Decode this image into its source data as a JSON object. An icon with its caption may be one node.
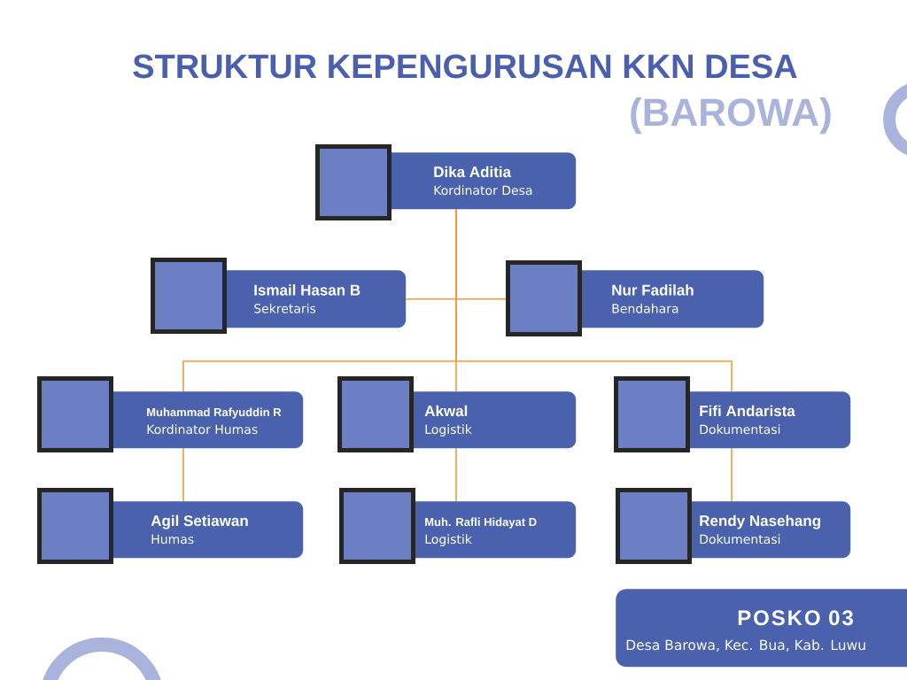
{
  "diagram": {
    "title": "STRUKTUR KEPENGURUSAN KKN DESA",
    "nodes": [
      {
        "text": [
          "Dika Aditia",
          "Kordinator Desa"
        ]
      },
      {
        "text": [
          "Ismail Hasan B",
          "Sekretaris"
        ]
      },
      {
        "text": [
          "Nur Fadilah",
          "Bendahara"
        ]
      },
      {
        "text": [
          "Muhammad Rafyuddin R",
          "Kordinator Humas"
        ]
      },
      {
        "text": [
          "Akwal",
          "Logistik"
        ]
      },
      {
        "text": [
          "Fifi Andarista",
          "Dokumentasi"
        ]
      },
      {
        "text": [
          "Agil Setiawan",
          "Humas"
        ]
      },
      {
        "text": [
          "Muh. Rafli Hidayat D",
          "Logistik"
        ]
      },
      {
        "text": [
          "Rendy Nasehang",
          "Dokumentasi"
        ]
      },
      {
        "text": [
          "POSKO 03",
          "Desa Barowa, Kec. Bua, Kab. Luwu"
        ]
      }
    ],
    "edges": [
      {
        "from": 0,
        "to": 1,
        "arrow": "none"
      },
      {
        "from": 0,
        "to": 2,
        "arrow": "none"
      },
      {
        "from": 0,
        "to": 3,
        "arrow": "none"
      },
      {
        "from": 0,
        "to": 4,
        "arrow": "none"
      },
      {
        "from": 0,
        "to": 5,
        "arrow": "none"
      },
      {
        "from": 3,
        "to": 6,
        "arrow": "none"
      },
      {
        "from": 4,
        "to": 7,
        "arrow": "none"
      },
      {
        "from": 5,
        "to": 8,
        "arrow": "none"
      }
    ],
    "labels": [
      "(BAROWA)"
    ]
  }
}
